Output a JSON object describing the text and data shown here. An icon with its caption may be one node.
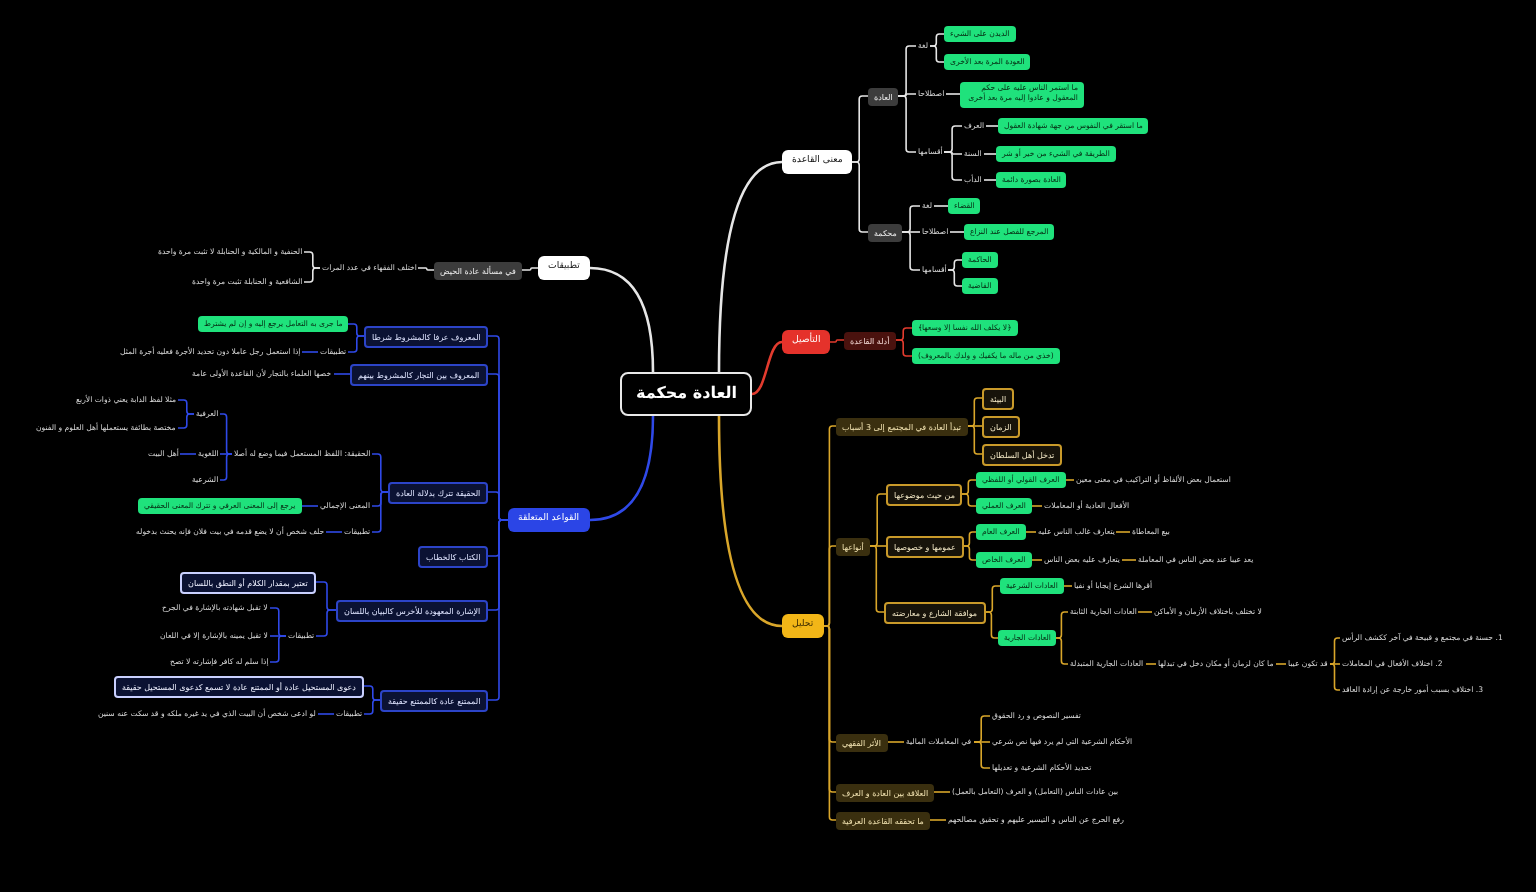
{
  "diagram": {
    "nodes": [
      {
        "text": [
          "العادة محكمة"
        ]
      },
      {
        "text": [
          "معنى القاعدة"
        ]
      },
      {
        "text": [
          "العادة"
        ]
      },
      {
        "text": [
          "لغة"
        ]
      },
      {
        "text": [
          "الديدن على الشيء"
        ]
      },
      {
        "text": [
          "العودة المرة بعد الأخرى"
        ]
      },
      {
        "text": [
          "اصطلاحا"
        ]
      },
      {
        "text": [
          "ما استمر الناس عليه على حكم المعقول و عادوا إليه مرة بعد أخرى"
        ]
      },
      {
        "text": [
          "أقسامها"
        ]
      },
      {
        "text": [
          "العرف"
        ]
      },
      {
        "text": [
          "ما استقر في النفوس من جهة شهادة العقول"
        ]
      },
      {
        "text": [
          "السنة"
        ]
      },
      {
        "text": [
          "الطريقة في الشيء من خير أو شر"
        ]
      },
      {
        "text": [
          "الدأب"
        ]
      },
      {
        "text": [
          "العادة بصورة دائمة"
        ]
      },
      {
        "text": [
          "محكمة"
        ]
      },
      {
        "text": [
          "لغة"
        ]
      },
      {
        "text": [
          "القضاء"
        ]
      },
      {
        "text": [
          "اصطلاحا"
        ]
      },
      {
        "text": [
          "المرجع للفصل عند النزاع"
        ]
      },
      {
        "text": [
          "أقسامها"
        ]
      },
      {
        "text": [
          "الحاكمة"
        ]
      },
      {
        "text": [
          "القاضية"
        ]
      },
      {
        "text": [
          "التأصيل"
        ]
      },
      {
        "text": [
          "أدلة القاعدة"
        ]
      },
      {
        "text": [
          "﴿لا يكلف الله نفسا إلا وسعها﴾"
        ]
      },
      {
        "text": [
          "(خذي من ماله ما يكفيك و ولدك بالمعروف)"
        ]
      },
      {
        "text": [
          "تحليل"
        ]
      },
      {
        "text": [
          "تبدأ العادة في المجتمع إلى 3 أسباب"
        ]
      },
      {
        "text": [
          "البيئة"
        ]
      },
      {
        "text": [
          "الزمان"
        ]
      },
      {
        "text": [
          "تدخل أهل السلطان"
        ]
      },
      {
        "text": [
          "أنواعها"
        ]
      },
      {
        "text": [
          "من حيث موضوعها"
        ]
      },
      {
        "text": [
          "العرف القولي أو اللفظي"
        ]
      },
      {
        "text": [
          "استعمال بعض الألفاظ أو التراكيب في معنى معين"
        ]
      },
      {
        "text": [
          "العرف العملي"
        ]
      },
      {
        "text": [
          "الأفعال العادية أو المعاملات"
        ]
      },
      {
        "text": [
          "عمومها و خصوصها"
        ]
      },
      {
        "text": [
          "العرف العام"
        ]
      },
      {
        "text": [
          "يتعارف غالب الناس عليه"
        ]
      },
      {
        "text": [
          "بيع المعاطاة"
        ]
      },
      {
        "text": [
          "العرف الخاص"
        ]
      },
      {
        "text": [
          "يتعارف عليه بعض الناس"
        ]
      },
      {
        "text": [
          "يعد عيبا عند بعض الناس في المعاملة"
        ]
      },
      {
        "text": [
          "موافقة الشارع و معارضته"
        ]
      },
      {
        "text": [
          "العادات الشرعية"
        ]
      },
      {
        "text": [
          "أقرها الشرع إيجابا أو نفيا"
        ]
      },
      {
        "text": [
          "العادات الجارية"
        ]
      },
      {
        "text": [
          "العادات الجارية الثابتة"
        ]
      },
      {
        "text": [
          "لا تختلف باختلاف الأزمان و الأماكن"
        ]
      },
      {
        "text": [
          "العادات الجارية المتبدلة"
        ]
      },
      {
        "text": [
          "ما كان لزمان أو مكان دخل في تبدلها"
        ]
      },
      {
        "text": [
          "قد تكون عيبا"
        ]
      },
      {
        "text": [
          "1. حسنة في مجتمع و قبيحة في آخر ككشف الرأس"
        ]
      },
      {
        "text": [
          "2. اختلاف الأفعال في المعاملات"
        ]
      },
      {
        "text": [
          "3. اختلاف بسبب أمور خارجة عن إرادة العاقد"
        ]
      },
      {
        "text": [
          "الأثر الفقهي"
        ]
      },
      {
        "text": [
          "في المعاملات المالية"
        ]
      },
      {
        "text": [
          "تفسير النصوص و رد الحقوق"
        ]
      },
      {
        "text": [
          "الأحكام الشرعية التي لم يرد فيها نص شرعي"
        ]
      },
      {
        "text": [
          "تحديد الأحكام الشرعية و تعديلها"
        ]
      },
      {
        "text": [
          "العلاقة بين العادة و العرف"
        ]
      },
      {
        "text": [
          "بين عادات الناس (التعامل) و العرف (التعامل بالعمل)"
        ]
      },
      {
        "text": [
          "ما تحققه القاعدة العرفية"
        ]
      },
      {
        "text": [
          "رفع الحرج عن الناس و التيسير عليهم و تحقيق مصالحهم"
        ]
      },
      {
        "text": [
          "تطبيقات"
        ]
      },
      {
        "text": [
          "في مسألة عادة الحيض"
        ]
      },
      {
        "text": [
          "اختلف الفقهاء في عدد المرات"
        ]
      },
      {
        "text": [
          "الحنفية و المالكية و الحنابلة لا تثبت مرة واحدة"
        ]
      },
      {
        "text": [
          "الشافعية و الحنابلة تثبت مرة واحدة"
        ]
      },
      {
        "text": [
          "القواعد المتعلقة"
        ]
      },
      {
        "text": [
          "المعروف عرفا كالمشروط شرطا"
        ]
      },
      {
        "text": [
          "ما جرى به التعامل يرجع إليه و إن لم يشترط"
        ]
      },
      {
        "text": [
          "تطبيقات"
        ]
      },
      {
        "text": [
          "إذا استعمل رجل عاملا دون تحديد الأجرة فعليه أجرة المثل"
        ]
      },
      {
        "text": [
          "المعروف بين التجار كالمشروط بينهم"
        ]
      },
      {
        "text": [
          "خصها العلماء بالتجار لأن القاعدة الأولى عامة"
        ]
      },
      {
        "text": [
          "الحقيقة تترك بدلالة العادة"
        ]
      },
      {
        "text": [
          "الحقيقة: اللفظ المستعمل فيما وضع له أصلا"
        ]
      },
      {
        "text": [
          "العرفية"
        ]
      },
      {
        "text": [
          "مثلا لفظ الدابة يعني ذوات الأربع"
        ]
      },
      {
        "text": [
          "مختصة بطائفة يستعملها أهل العلوم و الفنون"
        ]
      },
      {
        "text": [
          "اللغوية"
        ]
      },
      {
        "text": [
          "أهل البيت"
        ]
      },
      {
        "text": [
          "الشرعية"
        ]
      },
      {
        "text": [
          "المعنى الإجمالي"
        ]
      },
      {
        "text": [
          "يرجع إلى المعنى العرفي و تترك المعنى الحقيقي"
        ]
      },
      {
        "text": [
          "تطبيقات"
        ]
      },
      {
        "text": [
          "حلف شخص أن لا يضع قدمه في بيت فلان فإنه يحنث بدخوله"
        ]
      },
      {
        "text": [
          "الكتاب كالخطاب"
        ]
      },
      {
        "text": [
          "الإشارة المعهودة للأخرس كالبيان باللسان"
        ]
      },
      {
        "text": [
          "تعتبر بمقدار الكلام أو النطق باللسان"
        ]
      },
      {
        "text": [
          "تطبيقات"
        ]
      },
      {
        "text": [
          "لا تقبل شهادته بالإشارة في الجرح"
        ]
      },
      {
        "text": [
          "لا تقبل يمينه بالإشارة إلا في اللعان"
        ]
      },
      {
        "text": [
          "إذا سلم له كافر فإشارته لا تصح"
        ]
      },
      {
        "text": [
          "الممتنع عادة كالممتنع حقيقة"
        ]
      },
      {
        "text": [
          "دعوى المستحيل عادة أو الممتنع عادة لا تسمع كدعوى المستحيل حقيقة"
        ]
      },
      {
        "text": [
          "تطبيقات"
        ]
      },
      {
        "text": [
          "لو ادعى شخص أن البيت الذي في يد غيره ملكه و قد سكت عنه سنين"
        ]
      }
    ],
    "edges": [
      {
        "from": 0,
        "to": 1,
        "arrow": "none",
        "color": "#e6e6e6"
      },
      {
        "from": 1,
        "to": 2,
        "arrow": "none",
        "color": "#e6e6e6"
      },
      {
        "from": 2,
        "to": 3,
        "arrow": "none",
        "color": "#e6e6e6"
      },
      {
        "from": 3,
        "to": 4,
        "arrow": "none",
        "color": "#e6e6e6"
      },
      {
        "from": 3,
        "to": 5,
        "arrow": "none",
        "color": "#e6e6e6"
      },
      {
        "from": 2,
        "to": 6,
        "arrow": "none",
        "color": "#e6e6e6"
      },
      {
        "from": 6,
        "to": 7,
        "arrow": "none",
        "color": "#e6e6e6"
      },
      {
        "from": 2,
        "to": 8,
        "arrow": "none",
        "color": "#e6e6e6"
      },
      {
        "from": 8,
        "to": 9,
        "arrow": "none",
        "color": "#e6e6e6"
      },
      {
        "from": 9,
        "to": 10,
        "arrow": "none",
        "color": "#e6e6e6"
      },
      {
        "from": 8,
        "to": 11,
        "arrow": "none",
        "color": "#e6e6e6"
      },
      {
        "from": 11,
        "to": 12,
        "arrow": "none",
        "color": "#e6e6e6"
      },
      {
        "from": 8,
        "to": 13,
        "arrow": "none",
        "color": "#e6e6e6"
      },
      {
        "from": 13,
        "to": 14,
        "arrow": "none",
        "color": "#e6e6e6"
      },
      {
        "from": 1,
        "to": 15,
        "arrow": "none",
        "color": "#e6e6e6"
      },
      {
        "from": 15,
        "to": 16,
        "arrow": "none",
        "color": "#e6e6e6"
      },
      {
        "from": 16,
        "to": 17,
        "arrow": "none",
        "color": "#e6e6e6"
      },
      {
        "from": 15,
        "to": 18,
        "arrow": "none",
        "color": "#e6e6e6"
      },
      {
        "from": 18,
        "to": 19,
        "arrow": "none",
        "color": "#e6e6e6"
      },
      {
        "from": 15,
        "to": 20,
        "arrow": "none",
        "color": "#e6e6e6"
      },
      {
        "from": 20,
        "to": 21,
        "arrow": "none",
        "color": "#e6e6e6"
      },
      {
        "from": 20,
        "to": 22,
        "arrow": "none",
        "color": "#e6e6e6"
      },
      {
        "from": 0,
        "to": 23,
        "arrow": "none",
        "color": "#e23b2e"
      },
      {
        "from": 23,
        "to": 24,
        "arrow": "none",
        "color": "#e23b2e"
      },
      {
        "from": 24,
        "to": 25,
        "arrow": "none",
        "color": "#e23b2e"
      },
      {
        "from": 24,
        "to": 26,
        "arrow": "none",
        "color": "#e23b2e"
      },
      {
        "from": 0,
        "to": 27,
        "arrow": "none"
      },
      {
        "from": 27,
        "to": 28,
        "arrow": "none"
      },
      {
        "from": 28,
        "to": 29,
        "arrow": "none"
      },
      {
        "from": 28,
        "to": 30,
        "arrow": "none"
      },
      {
        "from": 28,
        "to": 31,
        "arrow": "none"
      },
      {
        "from": 27,
        "to": 32,
        "arrow": "none"
      },
      {
        "from": 32,
        "to": 33,
        "arrow": "none"
      },
      {
        "from": 33,
        "to": 34,
        "arrow": "none"
      },
      {
        "from": 34,
        "to": 35,
        "arrow": "none"
      },
      {
        "from": 33,
        "to": 36,
        "arrow": "none"
      },
      {
        "from": 36,
        "to": 37,
        "arrow": "none"
      },
      {
        "from": 32,
        "to": 38,
        "arrow": "none"
      },
      {
        "from": 38,
        "to": 39,
        "arrow": "none"
      },
      {
        "from": 39,
        "to": 40,
        "arrow": "none"
      },
      {
        "from": 40,
        "to": 41,
        "arrow": "none"
      },
      {
        "from": 38,
        "to": 42,
        "arrow": "none"
      },
      {
        "from": 42,
        "to": 43,
        "arrow": "none"
      },
      {
        "from": 43,
        "to": 44,
        "arrow": "none"
      },
      {
        "from": 32,
        "to": 45,
        "arrow": "none"
      },
      {
        "from": 45,
        "to": 46,
        "arrow": "none"
      },
      {
        "from": 46,
        "to": 47,
        "arrow": "none"
      },
      {
        "from": 45,
        "to": 48,
        "arrow": "none"
      },
      {
        "from": 48,
        "to": 49,
        "arrow": "none"
      },
      {
        "from": 49,
        "to": 50,
        "arrow": "none"
      },
      {
        "from": 48,
        "to": 51,
        "arrow": "none"
      },
      {
        "from": 51,
        "to": 52,
        "arrow": "none"
      },
      {
        "from": 52,
        "to": 53,
        "arrow": "none"
      },
      {
        "from": 53,
        "to": 54,
        "arrow": "none"
      },
      {
        "from": 53,
        "to": 55,
        "arrow": "none"
      },
      {
        "from": 53,
        "to": 56,
        "arrow": "none"
      },
      {
        "from": 27,
        "to": 57,
        "arrow": "none"
      },
      {
        "from": 57,
        "to": 58,
        "arrow": "none"
      },
      {
        "from": 58,
        "to": 59,
        "arrow": "none"
      },
      {
        "from": 58,
        "to": 60,
        "arrow": "none"
      },
      {
        "from": 58,
        "to": 61,
        "arrow": "none"
      },
      {
        "from": 27,
        "to": 62,
        "arrow": "none"
      },
      {
        "from": 62,
        "to": 63,
        "arrow": "none"
      },
      {
        "from": 27,
        "to": 64,
        "arrow": "none"
      },
      {
        "from": 64,
        "to": 65,
        "arrow": "none"
      },
      {
        "from": 0,
        "to": 66,
        "arrow": "none",
        "color": "#e6e6e6"
      },
      {
        "from": 66,
        "to": 67,
        "arrow": "none",
        "color": "#e6e6e6"
      },
      {
        "from": 67,
        "to": 68,
        "arrow": "none",
        "color": "#e6e6e6"
      },
      {
        "from": 68,
        "to": 69,
        "arrow": "none",
        "color": "#e6e6e6"
      },
      {
        "from": 68,
        "to": 70,
        "arrow": "none",
        "color": "#e6e6e6"
      },
      {
        "from": 0,
        "to": 71,
        "arrow": "none",
        "color": "#2f49e8"
      },
      {
        "from": 71,
        "to": 72,
        "arrow": "none",
        "color": "#2f49e8"
      },
      {
        "from": 72,
        "to": 73,
        "arrow": "none",
        "color": "#2f49e8"
      },
      {
        "from": 72,
        "to": 74,
        "arrow": "none",
        "color": "#2f49e8"
      },
      {
        "from": 74,
        "to": 75,
        "arrow": "none",
        "color": "#2f49e8"
      },
      {
        "from": 71,
        "to": 76,
        "arrow": "none",
        "color": "#2f49e8"
      },
      {
        "from": 76,
        "to": 77,
        "arrow": "none",
        "color": "#2f49e8"
      },
      {
        "from": 71,
        "to": 78,
        "arrow": "none",
        "color": "#2f49e8"
      },
      {
        "from": 78,
        "to": 79,
        "arrow": "none",
        "color": "#2f49e8"
      },
      {
        "from": 79,
        "to": 80,
        "arrow": "none",
        "color": "#2f49e8"
      },
      {
        "from": 80,
        "to": 81,
        "arrow": "none",
        "color": "#2f49e8"
      },
      {
        "from": 80,
        "to": 82,
        "arrow": "none",
        "color": "#2f49e8"
      },
      {
        "from": 79,
        "to": 83,
        "arrow": "none",
        "color": "#2f49e8"
      },
      {
        "from": 83,
        "to": 84,
        "arrow": "none",
        "color": "#2f49e8"
      },
      {
        "from": 79,
        "to": 85,
        "arrow": "none",
        "color": "#2f49e8"
      },
      {
        "from": 78,
        "to": 86,
        "arrow": "none",
        "color": "#2f49e8"
      },
      {
        "from": 86,
        "to": 87,
        "arrow": "none",
        "color": "#2f49e8"
      },
      {
        "from": 78,
        "to": 88,
        "arrow": "none",
        "color": "#2f49e8"
      },
      {
        "from": 88,
        "to": 89,
        "arrow": "none",
        "color": "#2f49e8"
      },
      {
        "from": 71,
        "to": 90,
        "arrow": "none",
        "color": "#2f49e8"
      },
      {
        "from": 71,
        "to": 91,
        "arrow": "none",
        "color": "#2f49e8"
      },
      {
        "from": 91,
        "to": 92,
        "arrow": "none",
        "color": "#2f49e8"
      },
      {
        "from": 91,
        "to": 93,
        "arrow": "none",
        "color": "#2f49e8"
      },
      {
        "from": 93,
        "to": 94,
        "arrow": "none",
        "color": "#2f49e8"
      },
      {
        "from": 93,
        "to": 95,
        "arrow": "none",
        "color": "#2f49e8"
      },
      {
        "from": 93,
        "to": 96,
        "arrow": "none",
        "color": "#2f49e8"
      },
      {
        "from": 71,
        "to": 97,
        "arrow": "none",
        "color": "#2f49e8"
      },
      {
        "from": 97,
        "to": 98,
        "arrow": "none",
        "color": "#2f49e8"
      },
      {
        "from": 97,
        "to": 99,
        "arrow": "none",
        "color": "#2f49e8"
      },
      {
        "from": 99,
        "to": 100,
        "arrow": "none",
        "color": "#2f49e8"
      }
    ]
  }
}
